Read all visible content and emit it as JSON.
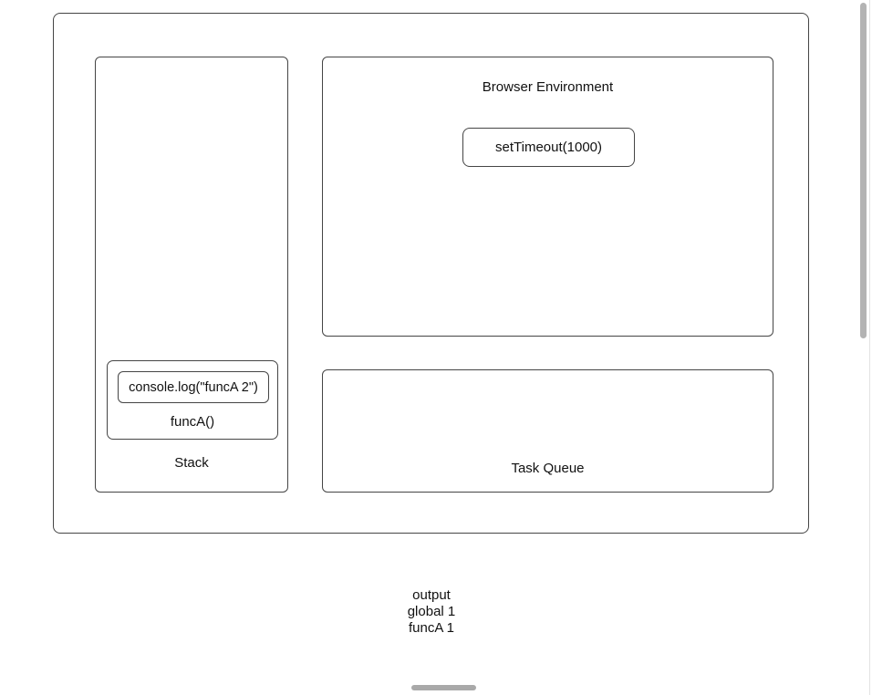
{
  "colors": {
    "border": "#454545",
    "text": "#111111",
    "scrollbar-thumb": "#b3b3b3",
    "drag-handle": "#a9a9a9",
    "window-edge": "#e3e3e3"
  },
  "stack": {
    "label": "Stack",
    "frame": {
      "statement": "console.log(\"funcA 2\")",
      "function_label": "funcA()"
    }
  },
  "browser": {
    "title": "Browser Environment",
    "timer_label": "setTimeout(1000)"
  },
  "task_queue": {
    "label": "Task Queue"
  },
  "console_output": {
    "lines": [
      "output",
      "global 1",
      "funcA 1"
    ]
  }
}
